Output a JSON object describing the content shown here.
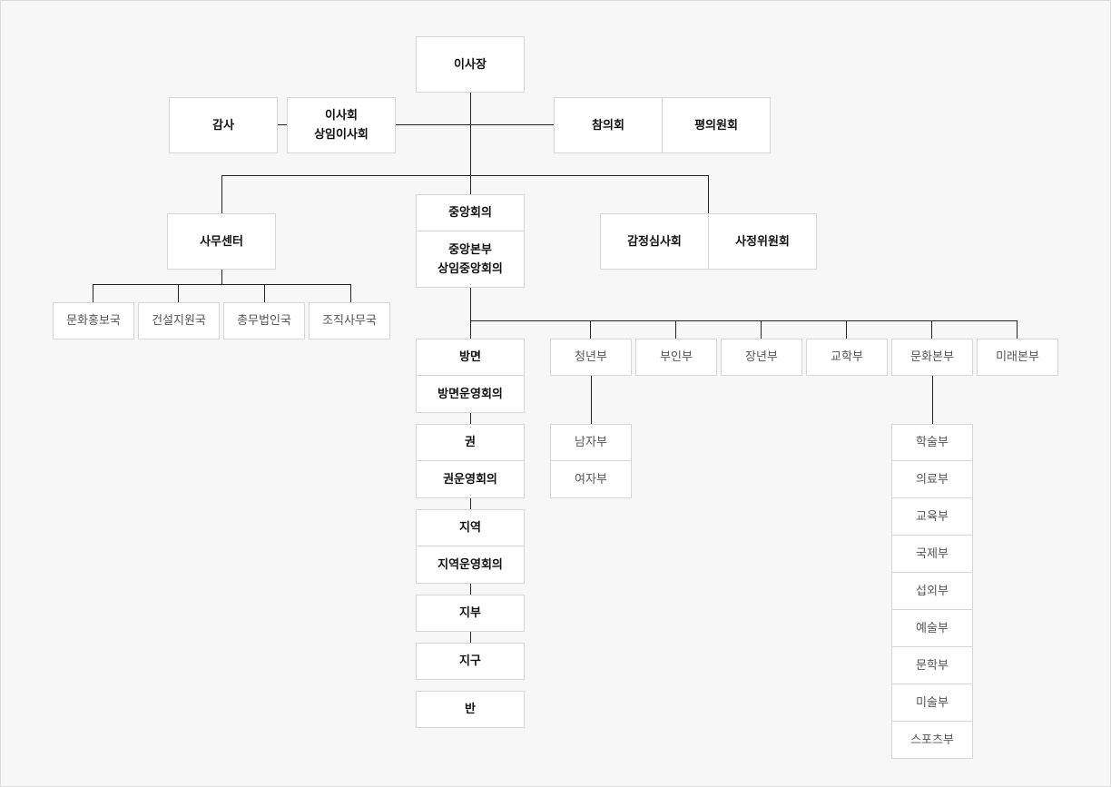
{
  "org": {
    "chairman": "이사장",
    "audit": "감사",
    "board": "이사회\n상임이사회",
    "council": "참의회",
    "assembly": "평의원회",
    "office": "사무센터",
    "central_meeting": "중앙회의",
    "central_hq": "중앙본부\n상임중앙회의",
    "inspection": "감정심사회",
    "investigation": "사정위원회",
    "office_depts": [
      "문화홍보국",
      "건설지원국",
      "총무법인국",
      "조직사무국"
    ],
    "district": "방면",
    "district_meeting": "방면운영회의",
    "region": "권",
    "region_meeting": "권운영회의",
    "area": "지역",
    "area_meeting": "지역운영회의",
    "chapter": "지부",
    "zone": "지구",
    "unit": "반",
    "divisions": [
      "청년부",
      "부인부",
      "장년부",
      "교학부",
      "문화본부",
      "미래본부"
    ],
    "youth_sub": [
      "남자부",
      "여자부"
    ],
    "culture_sub": [
      "학술부",
      "의료부",
      "교육부",
      "국제부",
      "섭외부",
      "예술부",
      "문학부",
      "미술부",
      "스포츠부"
    ]
  }
}
